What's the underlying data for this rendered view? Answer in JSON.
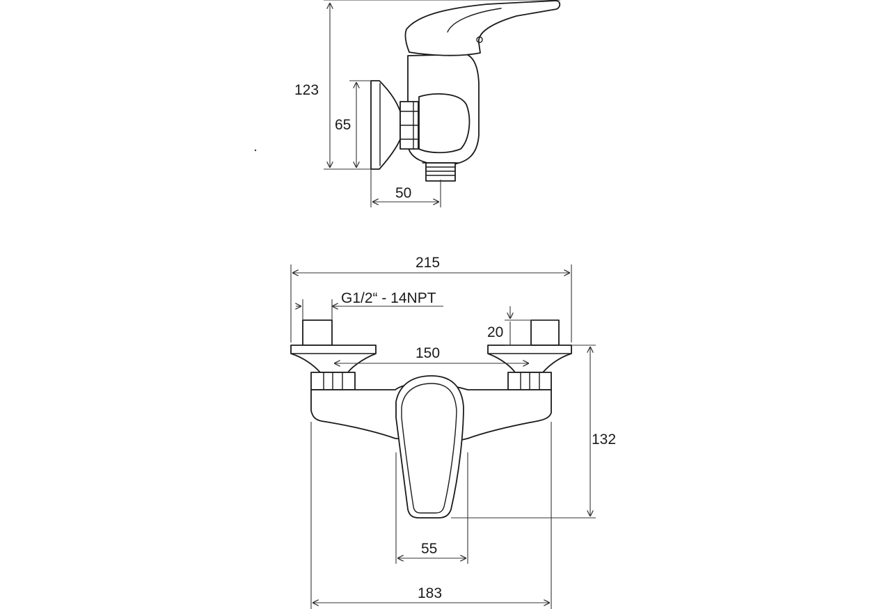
{
  "side_view": {
    "dimensions": {
      "total_height": "123",
      "flange_height": "65",
      "projection": "50"
    }
  },
  "front_view": {
    "dimensions": {
      "overall_width": "215",
      "thread_spec": "G1/2“ - 14NPT",
      "nut_height": "20",
      "inlet_centers": "150",
      "total_height": "132",
      "handle_width": "55",
      "body_width": "183"
    }
  }
}
